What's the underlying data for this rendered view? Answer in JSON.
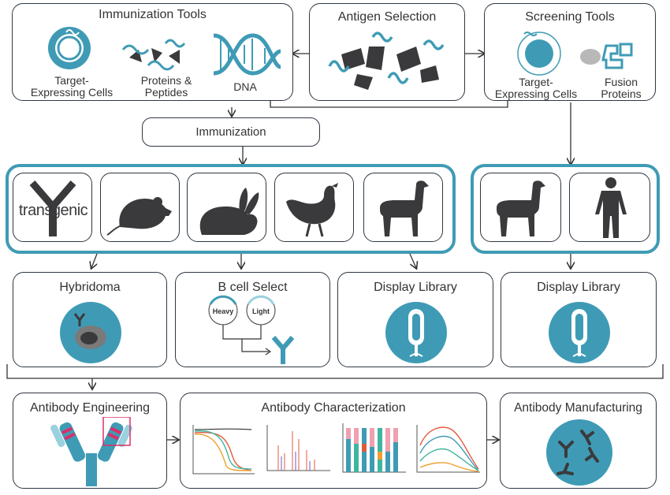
{
  "colors": {
    "teal": "#3f9bb5",
    "dark": "#3a3a3c",
    "border": "#2f3742",
    "pink": "#d9306b"
  },
  "immunization_tools": {
    "title": "Immunization Tools",
    "items": [
      "Target-\nExpressing Cells",
      "Proteins &\nPeptides",
      "DNA"
    ]
  },
  "antigen_selection": {
    "title": "Antigen Selection"
  },
  "screening_tools": {
    "title": "Screening Tools",
    "items": [
      "Target-\nExpressing Cells",
      "Fusion\nProteins"
    ]
  },
  "immunization": {
    "label": "Immunization"
  },
  "hosts": {
    "transgenic_label": "transgenic",
    "animals": [
      "transgenic-icon",
      "mouse-icon",
      "rabbit-icon",
      "chicken-icon",
      "llama-icon"
    ],
    "screening_hosts": [
      "llama-icon",
      "human-icon"
    ]
  },
  "discovery": {
    "hybridoma": "Hybridoma",
    "bcell": "B cell Select",
    "heavy": "Heavy",
    "light": "Light",
    "display_library_1": "Display Library",
    "display_library_2": "Display Library"
  },
  "downstream": {
    "engineering": "Antibody Engineering",
    "characterization": "Antibody Characterization",
    "manufacturing": "Antibody Manufacturing"
  }
}
